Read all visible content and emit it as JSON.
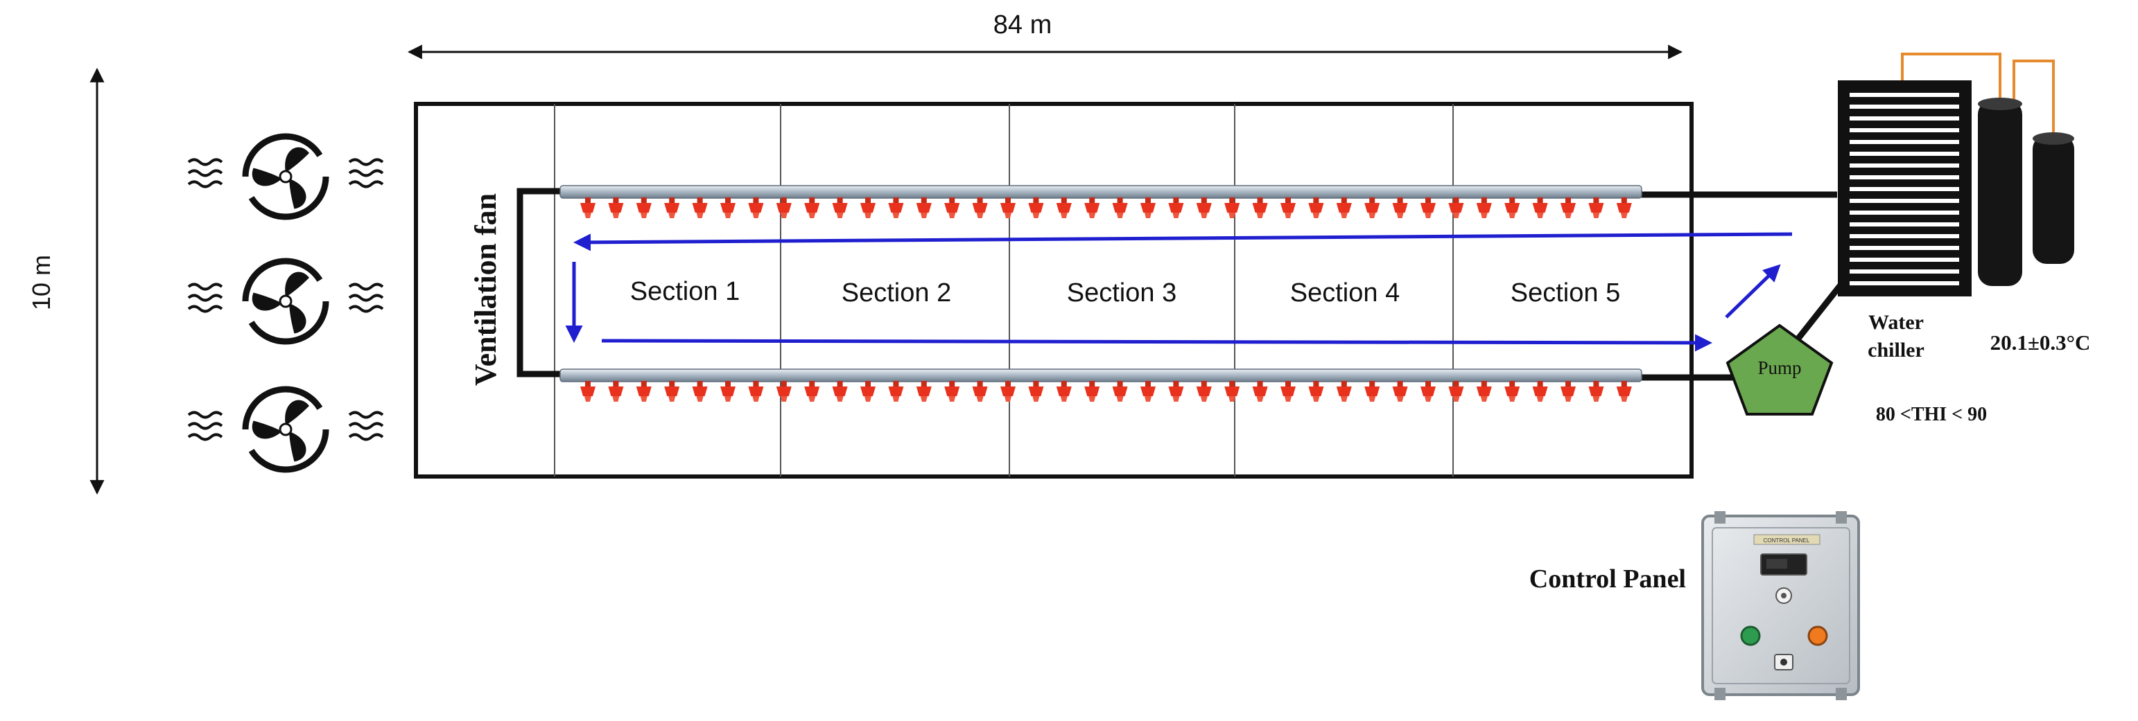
{
  "dimensions": {
    "length": "84 m",
    "width": "10 m"
  },
  "ventilation_fan_label": "Ventilation fan",
  "sections": [
    "Section 1",
    "Section 2",
    "Section 3",
    "Section 4",
    "Section 5"
  ],
  "pump_label": "Pump",
  "water_chiller": {
    "line1": "Water",
    "line2": "chiller"
  },
  "water_temperature": "20.1±0.3°C",
  "thi_range": "80 <THI < 90",
  "control_panel": {
    "label": "Control Panel",
    "plate_text": "CONTROL PANEL"
  },
  "colors": {
    "outline": "#111111",
    "flow_arrow": "#1f1fd0",
    "nozzle": "#e8321e",
    "pipe": "#9aa7b6",
    "pump_fill": "#6aa84f",
    "chiller_coil": "#e68a2e",
    "panel_body": "#cfd4d8"
  },
  "icons": {
    "fan": "fan-icon",
    "airflow": "air-wave-icon",
    "nozzle": "sprinkler-nozzle-icon"
  }
}
